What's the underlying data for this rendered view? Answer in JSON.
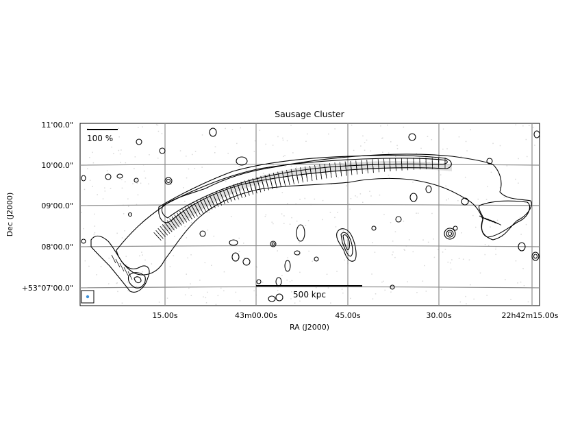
{
  "chart_data": {
    "type": "contour-map",
    "title": "Sausage Cluster",
    "xlabel": "RA (J2000)",
    "ylabel": "Dec (J2000)",
    "x_ticks": [
      "15.00s",
      "43m00.00s",
      "45.00s",
      "30.00s",
      "22h42m15.00s"
    ],
    "y_ticks": [
      "+53°07'00.0\"",
      "08'00.0\"",
      "09'00.0\"",
      "10'00.0\"",
      "11'00.0\""
    ],
    "grid": true,
    "annotations": {
      "vector_scale_label": "100 %",
      "scale_bar_label": "500 kpc"
    },
    "beam_color": "#3a8fd8",
    "line_color": "#000000",
    "grid_color": "#808080"
  }
}
